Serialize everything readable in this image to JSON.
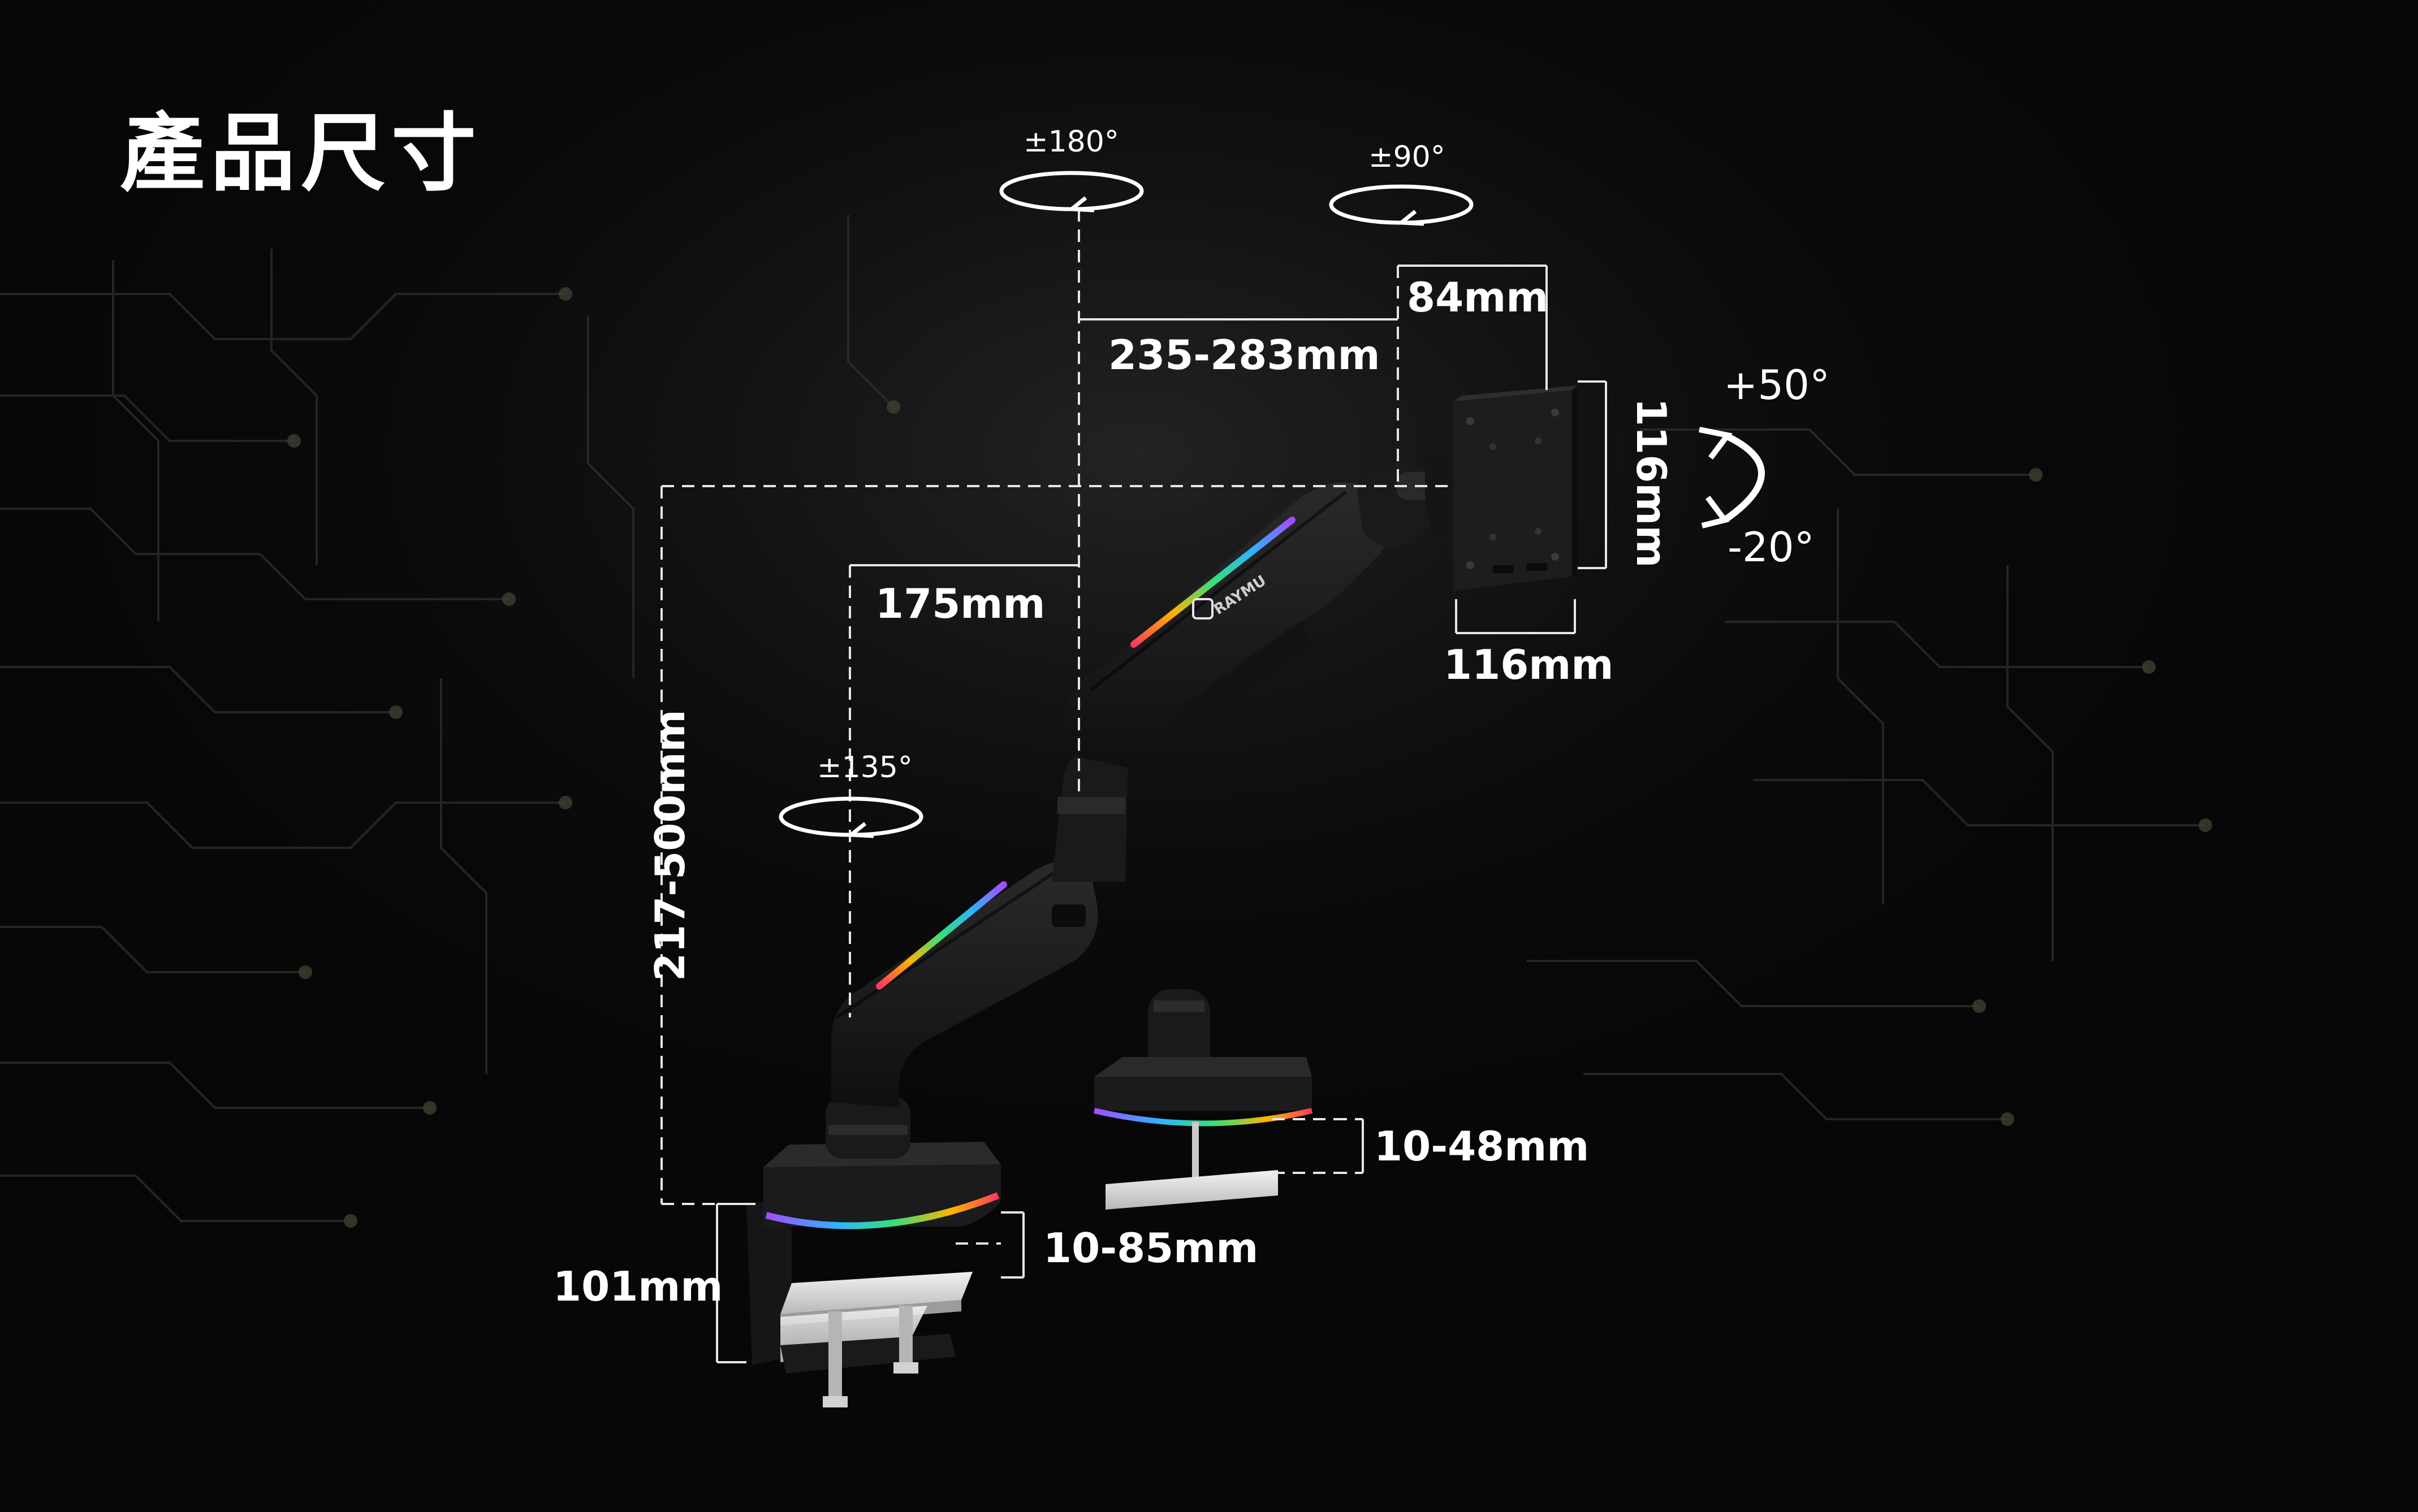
{
  "page": {
    "title": "產品尺寸"
  },
  "dimensions": {
    "vertical_swivel_top": "±180°",
    "vertical_swivel_head": "±90°",
    "vertical_swivel_base": "±135°",
    "tilt_up": "+50°",
    "tilt_down": "-20°",
    "head_depth": "84mm",
    "upper_arm_reach": "235-283mm",
    "lower_arm_reach": "175mm",
    "height_range": "217-500mm",
    "vesa_height": "116mm",
    "vesa_width": "116mm",
    "grommet_thickness": "10-48mm",
    "clamp_thickness": "10-85mm",
    "clamp_depth": "101mm"
  },
  "product": {
    "brand_mark": "RAYMU"
  },
  "colors": {
    "background": "#070707",
    "text": "#ffffff",
    "dimension_line": "#e6e6e6",
    "arm_body": "#1b1b1d",
    "rgb_strip": [
      "#ff3b5c",
      "#ffb300",
      "#34e07a",
      "#2fb3ff",
      "#a54bff"
    ]
  }
}
